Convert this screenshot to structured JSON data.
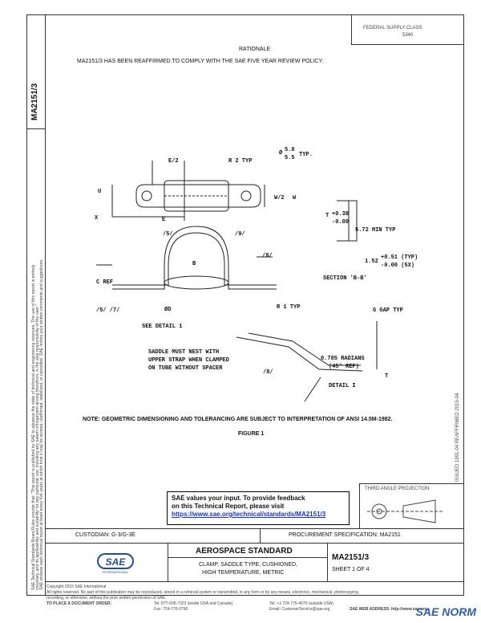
{
  "header": {
    "fsc": "FEDERAL SUPPLY CLASS",
    "fsc_code": "5340",
    "rationale_title": "RATIONALE",
    "rationale_text": "MA2151/3 HAS BEEN REAFFIRMED TO COMPLY WITH THE SAE FIVE YEAR REVIEW POLICY."
  },
  "side": {
    "doc_id": "MA2151/3",
    "legal_1": "SAE Technical Standards Board Rules provide that: \"This report is published by SAE to advance the state of technical and engineering sciences. The use of this report is entirely",
    "legal_2": "voluntary, and its applicability and suitability for any particular use, including any patent infringement arising therefrom, is the sole responsibility of the user.\"",
    "legal_3": "SAE reviews each technical report at least every five years at which time it may be revised, reaffirmed, stabilized, or cancelled. SAE invites your written comments and suggestions.",
    "right_vertical": "ISSUED 1991-04   REAFFIRMED 2015-04"
  },
  "drawing": {
    "e2": "E/2",
    "r2typ": "R 2 TYP",
    "phi": "Ø",
    "dia1": "5.8",
    "dia2": "5.5",
    "typ": "TYP.",
    "u": "U",
    "w2": "W/2",
    "w": "W",
    "x": "X",
    "e": "E",
    "ref5": "/5/",
    "ref9": "/9/",
    "t": "T",
    "t_tol_plus": "+0.38",
    "t_tol_minus": "-0.00",
    "min_typ": "5.72 MIN TYP",
    "dim_152": "1.52",
    "tol_051": "+0.51 (TYP)",
    "tol_000": "-0.00 (5X)",
    "section_bb": "SECTION 'B-B'",
    "b": "B",
    "ref8": "/8/",
    "c_ref": "C REF",
    "ref57": "/5/ /7/",
    "phi_d": "ØD",
    "see_detail": "SEE DETAIL 1",
    "r1typ": "R 1 TYP",
    "g_gap": "G GAP TYP",
    "note1": "SADDLE MUST NEST WITH",
    "note2": "UPPER STRAP WHEN CLAMPED",
    "note3": "ON TUBE WITHOUT SPACER",
    "radians": "0.785 RADIANS",
    "deg_ref": "(45° REF)",
    "detail1": "DETAIL I",
    "ref8b": "/8/"
  },
  "note": "NOTE:  GEOMETRIC DIMENSIONING AND TOLERANCING ARE SUBJECT TO INTERPRETATION OF ANSI 14.5M-1982.",
  "figure": "FIGURE 1",
  "feedback": {
    "line1": "SAE values your input. To provide feedback",
    "line2": "on this Technical Report, please visit",
    "link": "https://www.sae.org/technical/standards/MA2151/3"
  },
  "third_angle": "THIRD ANGLE PROJECTION",
  "custodian": "CUSTODIAN: G-3/G-3E",
  "procurement": "PROCUREMENT SPECIFICATION: MA2151",
  "title_block": {
    "standard": "AEROSPACE STANDARD",
    "title1": "CLAMP, SADDLE TYPE, CUSHIONED,",
    "title2": "HIGH TEMPERATURE, METRIC",
    "doc_number": "MA2151/3",
    "sheet": "SHEET 1 OF 4",
    "logo_text": "SAE",
    "logo_sub": "INTERNATIONAL"
  },
  "footer": {
    "copyright": "Copyright 2015 SAE International",
    "rights": "All rights reserved. No part of this publication may be reproduced, stored in a retrieval system or transmitted, in any form or by any means, electronic, mechanical, photocopying,",
    "rights2": "recording, or otherwise, without the prior written permission of SAE.",
    "order_label": "TO PLACE A DOCUMENT ORDER:",
    "tel1": "Tel:   877-606-7323 (inside USA and Canada)",
    "tel2": "Tel:   +1 724-776-4970 (outside USA)",
    "fax": "Fax:   724-776-0790",
    "email": "Email: CustomerService@sae.org",
    "web": "SAE WEB ADDRESS:  http://www.sae.org"
  },
  "watermark": "SAE NORM"
}
